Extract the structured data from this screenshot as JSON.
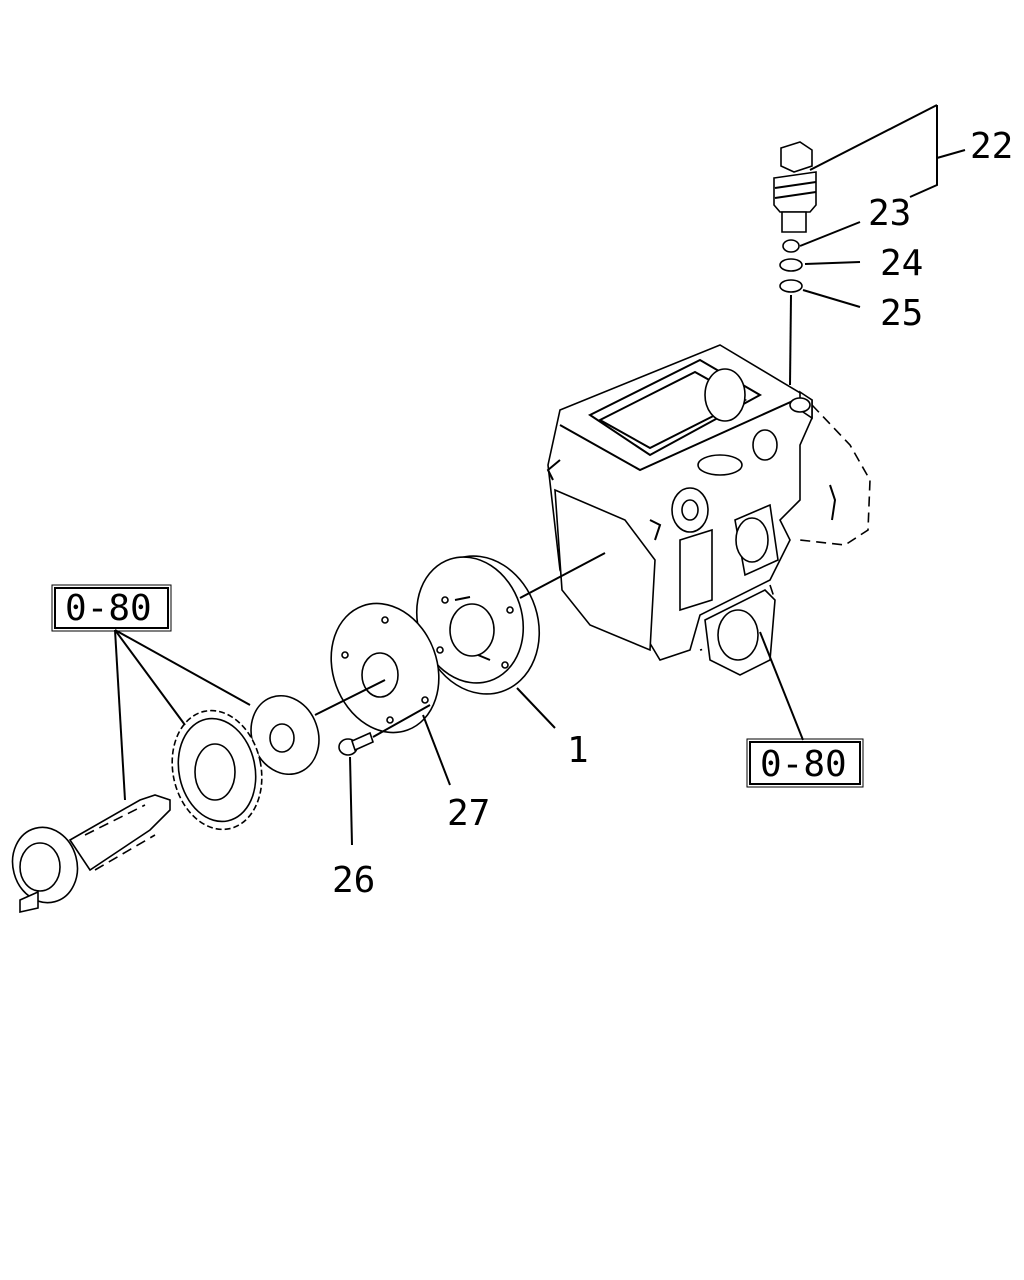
{
  "diagram": {
    "callouts": {
      "c22": "22",
      "c23": "23",
      "c24": "24",
      "c25": "25",
      "c1": "1",
      "c27": "27",
      "c26": "26"
    },
    "references": {
      "left": "0-80",
      "right": "0-80"
    }
  }
}
